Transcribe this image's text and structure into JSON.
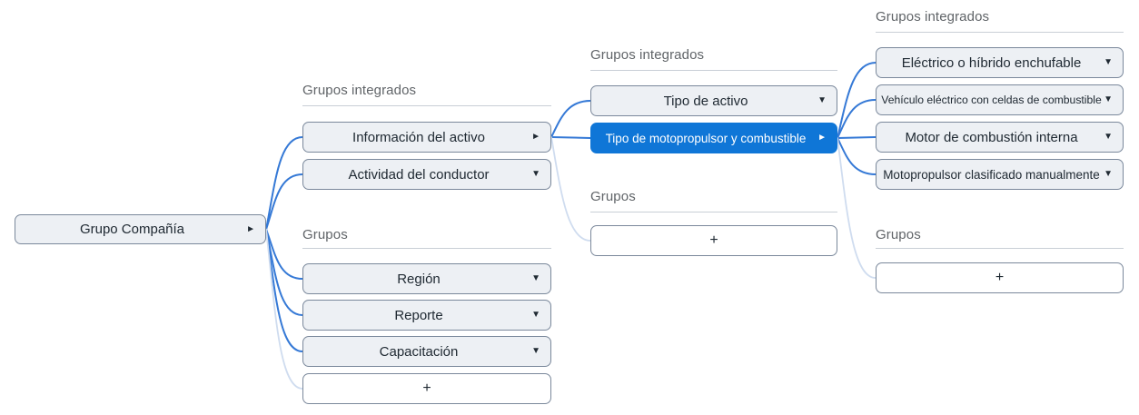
{
  "colors": {
    "link": "#3579d6",
    "link_faint": "#cfdcef",
    "selected_bg": "#0f76d7",
    "selected_text": "#ffffff",
    "node_bg": "#edf0f4",
    "add_bg": "#ffffff",
    "node_border": "#7a889b",
    "node_text": "#202a33",
    "header_text": "#606468",
    "divider": "#c9cfd6"
  },
  "icons": {
    "right": "►",
    "down": "▼"
  },
  "tree": {
    "root": {
      "label": "Grupo Compañía",
      "arrow": "right"
    },
    "columns": [
      {
        "sections": [
          {
            "header": "Grupos integrados",
            "nodes": [
              {
                "label": "Información del activo",
                "arrow": "right"
              },
              {
                "label": "Actividad del conductor",
                "arrow": "down"
              }
            ]
          },
          {
            "header": "Grupos",
            "nodes": [
              {
                "label": "Región",
                "arrow": "down"
              },
              {
                "label": "Reporte",
                "arrow": "down"
              },
              {
                "label": "Capacitación",
                "arrow": "down"
              },
              {
                "label": "+",
                "add": true
              }
            ]
          }
        ]
      },
      {
        "sections": [
          {
            "header": "Grupos integrados",
            "nodes": [
              {
                "label": "Tipo de activo",
                "arrow": "down"
              },
              {
                "label": "Tipo de motopropulsor y combustible",
                "arrow": "right",
                "selected": true
              }
            ]
          },
          {
            "header": "Grupos",
            "nodes": [
              {
                "label": "+",
                "add": true
              }
            ]
          }
        ]
      },
      {
        "sections": [
          {
            "header": "Grupos integrados",
            "nodes": [
              {
                "label": "Eléctrico o híbrido enchufable",
                "arrow": "down"
              },
              {
                "label": "Vehículo eléctrico con celdas de combustible",
                "arrow": "down"
              },
              {
                "label": "Motor de combustión interna",
                "arrow": "down"
              },
              {
                "label": "Motopropulsor clasificado manualmente",
                "arrow": "down"
              }
            ]
          },
          {
            "header": "Grupos",
            "nodes": [
              {
                "label": "+",
                "add": true
              }
            ]
          }
        ]
      }
    ],
    "links": [
      {
        "from": "root",
        "to_column": 0
      },
      {
        "from": "0.0.0",
        "to_column": 1
      },
      {
        "from": "1.0.1",
        "to_column": 2
      }
    ]
  }
}
